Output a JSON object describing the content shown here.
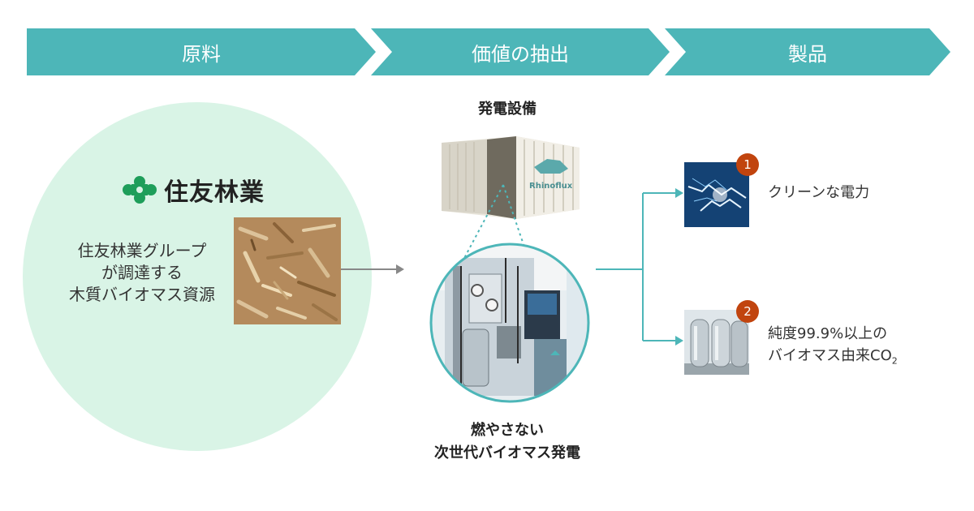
{
  "header": {
    "steps": [
      "原料",
      "価値の抽出",
      "製品"
    ]
  },
  "source": {
    "logo_text": "住友林業",
    "description_lines": [
      "住友林業グループ",
      "が調達する",
      "木質バイオマス資源"
    ]
  },
  "extraction": {
    "equipment_title": "発電設備",
    "container_brand": "Rhinoflux",
    "bottom_title_lines": [
      "燃やさない",
      "次世代バイオマス発電"
    ]
  },
  "products": [
    {
      "badge": "1",
      "lines": [
        "クリーンな電力"
      ]
    },
    {
      "badge": "2",
      "line1": "純度99.9%以上の",
      "line2_main": "バイオマス由来CO",
      "line2_sub": "2"
    }
  ],
  "colors": {
    "accent": "#4db6b8",
    "circle_bg": "#d9f4e6",
    "badge": "#c1440e",
    "arrow_gray": "#888888"
  }
}
